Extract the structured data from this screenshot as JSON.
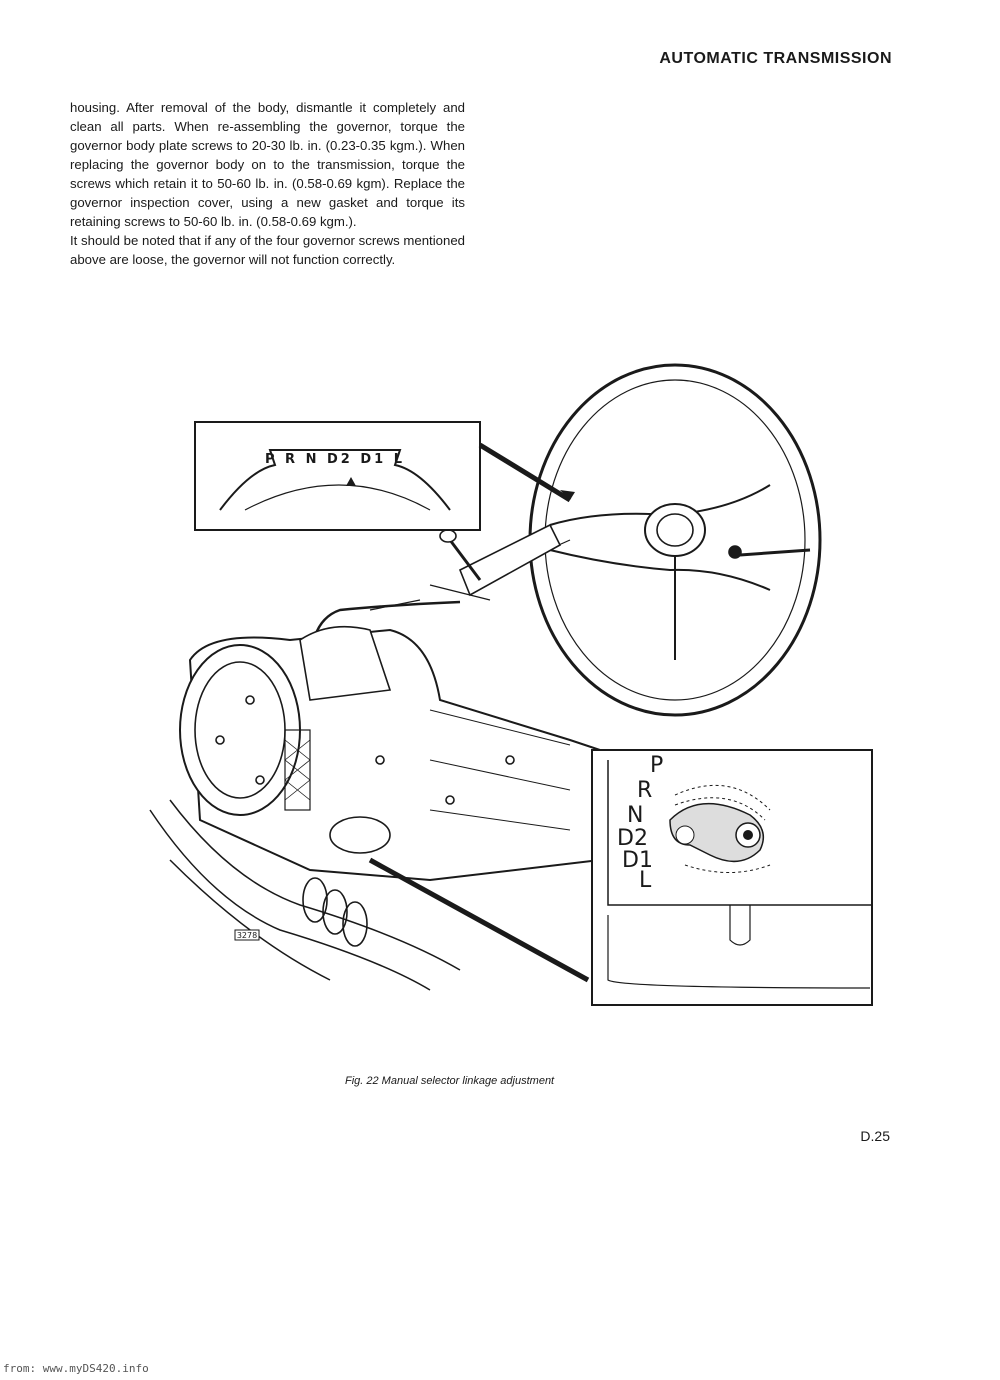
{
  "header": {
    "title": "AUTOMATIC TRANSMISSION"
  },
  "body": {
    "paragraphs": [
      "housing. After removal of the body, dismantle it completely and clean all parts. When re-assembling the governor, torque the governor body plate screws to 20-30 lb. in. (0.23-0.35 kgm.). When replacing the governor body on to the transmission, torque the screws which retain it to 50-60 lb. in. (0.58-0.69 kgm). Replace the governor inspection cover, using a new gasket and torque its retaining screws to 50-60 lb. in. (0.58-0.69 kgm.).",
      "It should be noted that if any of the four governor screws mentioned above are loose, the governor will not function correctly."
    ]
  },
  "figure": {
    "selector_label": "P R N D2 D1 L",
    "callout_labels": [
      "P",
      "R",
      "N",
      "D2",
      "D1",
      "L"
    ],
    "ref_number": "3278",
    "caption": "Fig. 22 Manual selector linkage adjustment"
  },
  "page_number": "D.25",
  "footer": "from: www.myDS420.info"
}
